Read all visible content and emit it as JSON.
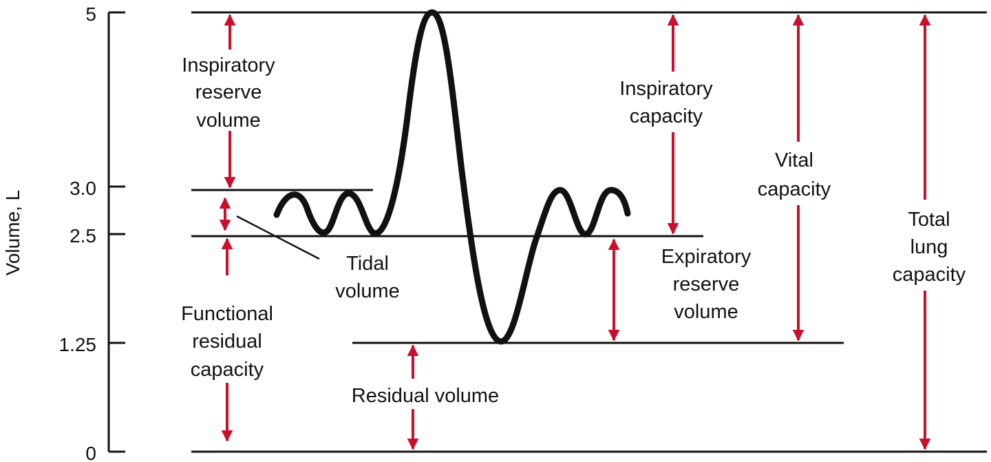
{
  "colors": {
    "arrow": "#c8102e",
    "line": "#111111",
    "background": "#ffffff"
  },
  "axis": {
    "label": "Volume, L",
    "ticks": [
      "5",
      "3.0",
      "2.5",
      "1.25",
      "0"
    ],
    "tick_values": [
      5,
      3.0,
      2.5,
      1.25,
      0
    ]
  },
  "labels": {
    "irv": [
      "Inspiratory",
      "reserve",
      "volume"
    ],
    "tidal": [
      "Tidal",
      "volume"
    ],
    "frc": [
      "Functional",
      "residual",
      "capacity"
    ],
    "residual": "Residual volume",
    "ic": [
      "Inspiratory",
      "capacity"
    ],
    "erv": [
      "Expiratory",
      "reserve",
      "volume"
    ],
    "vc": [
      "Vital",
      "capacity"
    ],
    "tlc": [
      "Total",
      "lung",
      "capacity"
    ]
  }
}
